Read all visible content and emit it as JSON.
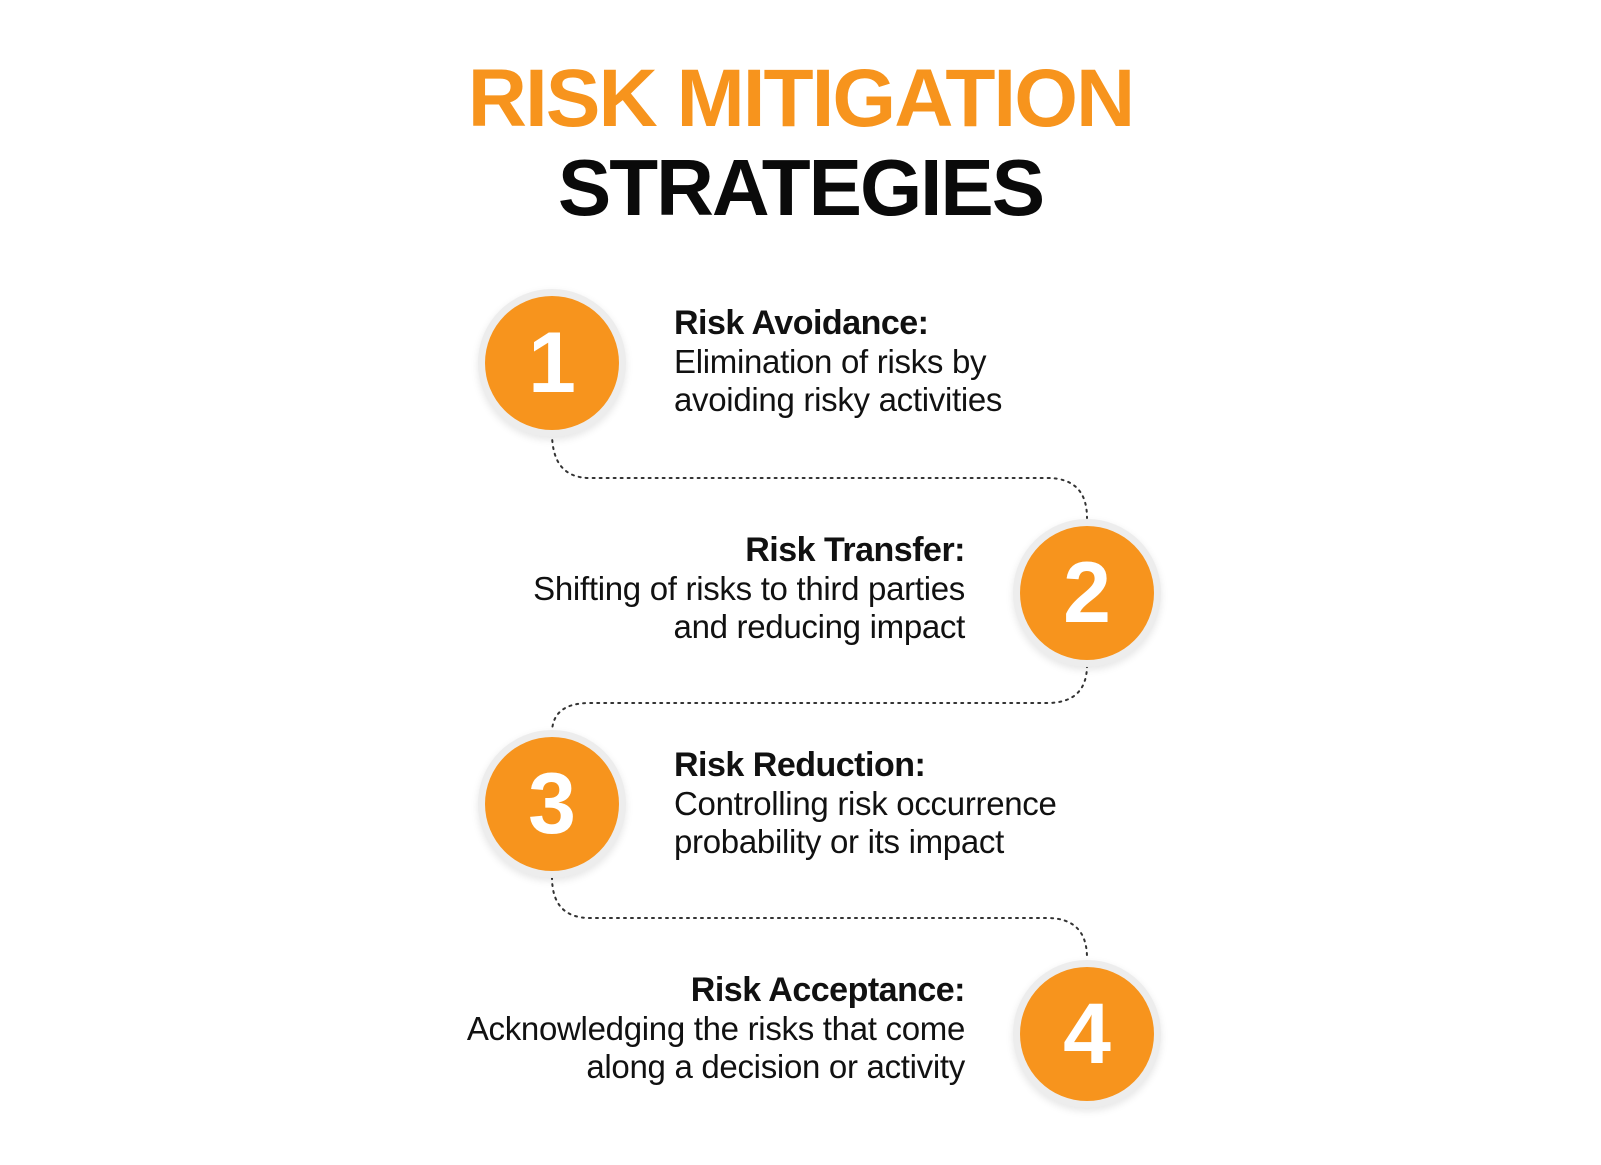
{
  "title": {
    "line1": "RISK MITIGATION",
    "line2": "STRATEGIES"
  },
  "colors": {
    "accent": "#f7941d",
    "dark": "#0a0a0a",
    "ring": "#ededed"
  },
  "steps": [
    {
      "number": "1",
      "heading": "Risk Avoidance:",
      "desc_line1": "Elimination of risks by",
      "desc_line2": "avoiding risky activities"
    },
    {
      "number": "2",
      "heading": "Risk Transfer:",
      "desc_line1": "Shifting of risks to third parties",
      "desc_line2": "and reducing impact"
    },
    {
      "number": "3",
      "heading": "Risk Reduction:",
      "desc_line1": "Controlling risk occurrence",
      "desc_line2": "probability or its impact"
    },
    {
      "number": "4",
      "heading": "Risk Acceptance:",
      "desc_line1": "Acknowledging the risks that come",
      "desc_line2": "along a decision or activity"
    }
  ]
}
